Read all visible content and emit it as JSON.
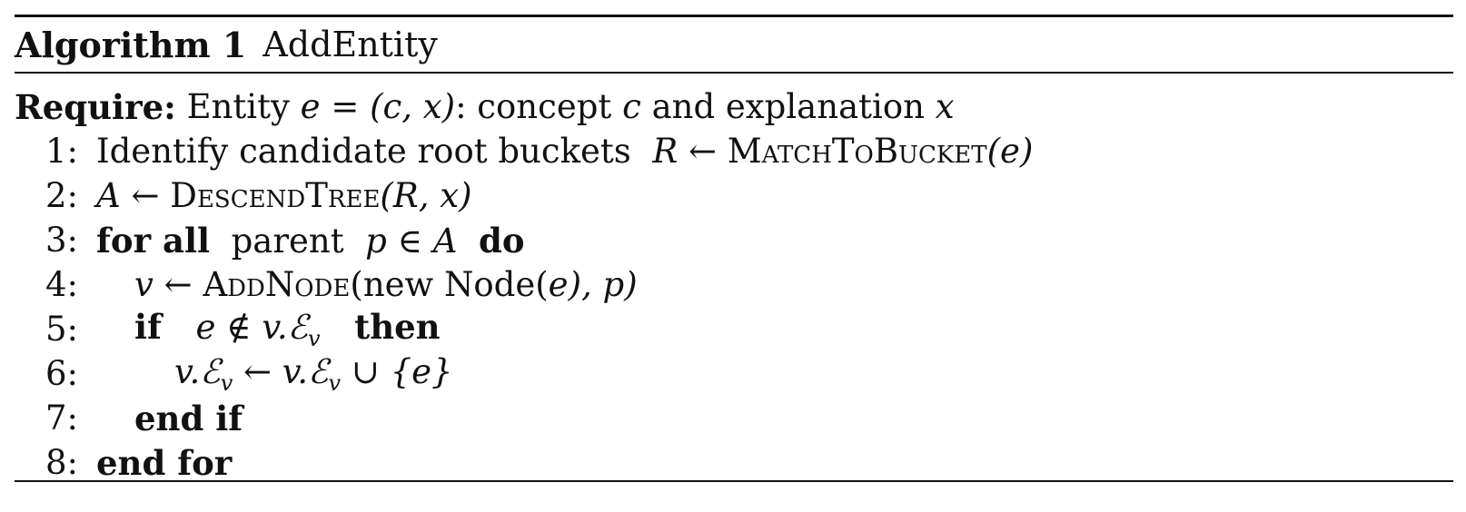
{
  "algorithm": {
    "label": "Algorithm 1",
    "title": "AddEntity"
  },
  "require": {
    "keyword": "Require:",
    "text_prefix": "Entity",
    "formula": "e = (c, x)",
    "text_mid": ": concept",
    "var_c": "c",
    "text_and": "and explanation",
    "var_x": "x"
  },
  "lines": [
    {
      "num": "1:",
      "text": "Identify candidate root buckets",
      "lhs": "R",
      "arrow": "←",
      "func": "MatchToBucket",
      "args": "(e)"
    },
    {
      "num": "2:",
      "lhs": "A",
      "arrow": "←",
      "func": "DescendTree",
      "args": "(R, x)"
    },
    {
      "num": "3:",
      "kw1": "for all",
      "text": "parent",
      "expr": "p ∈ A",
      "kw2": "do"
    },
    {
      "num": "4:",
      "lhs": "v",
      "arrow": "←",
      "func": "AddNode",
      "args_open": "(new Node(",
      "var": "e",
      "args_close": "), p)"
    },
    {
      "num": "5:",
      "kw1": "if",
      "expr_a": "e ∉ v.",
      "cal": "ℰ",
      "sub": "v",
      "kw2": "then"
    },
    {
      "num": "6:",
      "expr_a": "v.",
      "cal": "ℰ",
      "sub": "v",
      "arrow": "←",
      "expr_b": "v.",
      "cal2": "ℰ",
      "sub2": "v",
      "union": "∪ {e}"
    },
    {
      "num": "7:",
      "kw": "end if"
    },
    {
      "num": "8:",
      "kw": "end for"
    }
  ]
}
